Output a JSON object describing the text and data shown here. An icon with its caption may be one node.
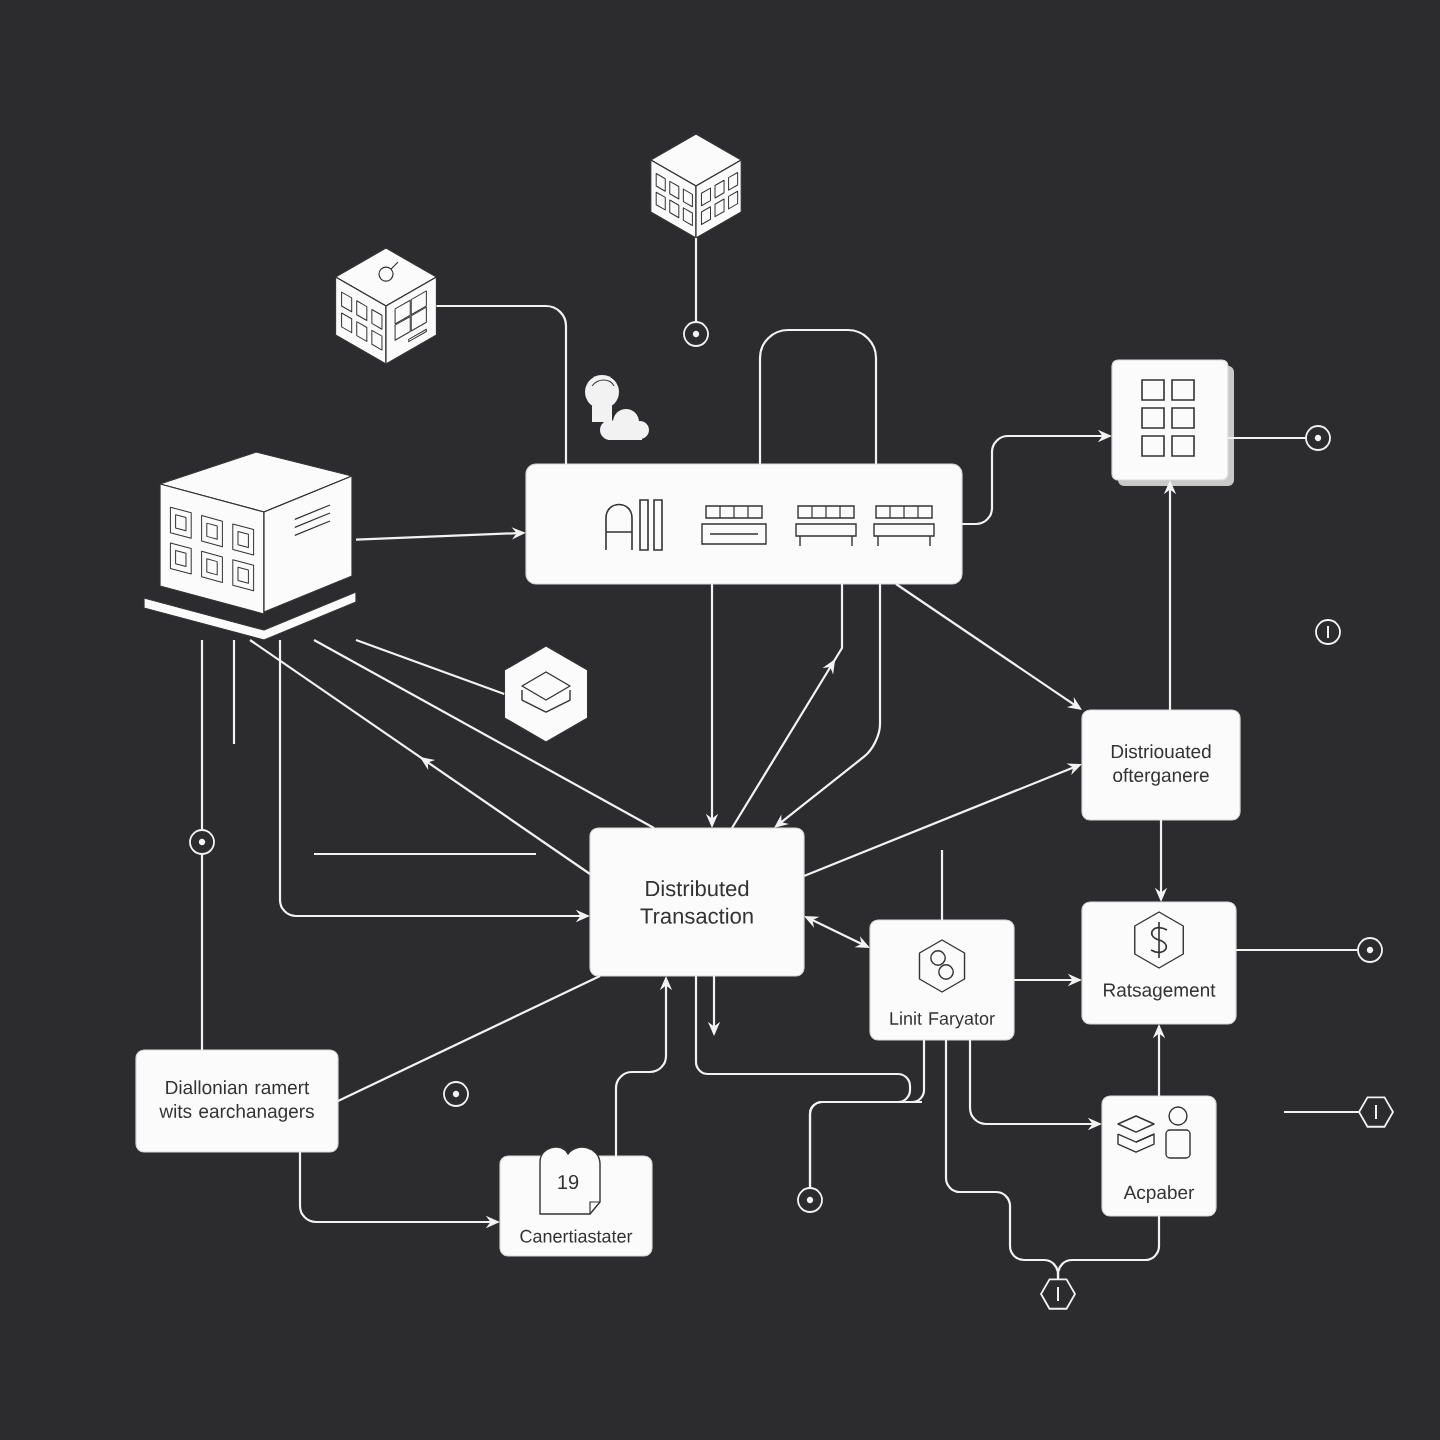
{
  "diagram": {
    "nodes": [
      {
        "text": [],
        "shape": "picture"
      },
      {
        "text": [],
        "shape": "circle"
      },
      {
        "text": [],
        "shape": "picture"
      },
      {
        "text": [],
        "shape": "picture"
      },
      {
        "text": [],
        "shape": "box"
      },
      {
        "text": [],
        "shape": "box"
      },
      {
        "text": [],
        "shape": "circle"
      },
      {
        "text": [],
        "shape": "picture"
      },
      {
        "text": [
          "Distriouated ofterganere"
        ]
      },
      {
        "text": [],
        "shape": "circle"
      },
      {
        "text": [
          "Distributed Transaction"
        ]
      },
      {
        "text": [
          "Linit Faryator"
        ]
      },
      {
        "text": [
          "Ratsagement"
        ]
      },
      {
        "text": [],
        "shape": "circle"
      },
      {
        "text": [
          "Diallonian ramert wits earchanagers"
        ]
      },
      {
        "text": [
          "19",
          "Canertiastater"
        ]
      },
      {
        "text": [],
        "shape": "circle"
      },
      {
        "text": [
          "Acpaber"
        ]
      },
      {
        "text": [],
        "shape": "hexagon"
      },
      {
        "text": [],
        "shape": "hexagon"
      }
    ],
    "edges": [
      {
        "from": 0,
        "to": 1,
        "arrow": "none"
      },
      {
        "from": 2,
        "to": 4,
        "arrow": "none"
      },
      {
        "from": 4,
        "to": 4,
        "arrow": "none"
      },
      {
        "from": 3,
        "to": 4,
        "arrow": "to"
      },
      {
        "from": 4,
        "to": 5,
        "arrow": "to"
      },
      {
        "from": 5,
        "to": 6,
        "arrow": "none"
      },
      {
        "from": 4,
        "to": 8,
        "arrow": "to"
      },
      {
        "from": 10,
        "to": 4,
        "arrow": "to"
      },
      {
        "from": 4,
        "to": 10,
        "arrow": "to"
      },
      {
        "from": 4,
        "to": 10,
        "arrow": "to"
      },
      {
        "from": 3,
        "to": 10,
        "arrow": "none"
      },
      {
        "from": 3,
        "to": 7,
        "arrow": "none"
      },
      {
        "from": 10,
        "to": 3,
        "arrow": "to"
      },
      {
        "from": 3,
        "to": 10,
        "arrow": "to"
      },
      {
        "from": 3,
        "to": 9,
        "arrow": "none"
      },
      {
        "from": 9,
        "to": 14,
        "arrow": "none"
      },
      {
        "from": 8,
        "to": 5,
        "arrow": "to"
      },
      {
        "from": 10,
        "to": 8,
        "arrow": "to"
      },
      {
        "from": 8,
        "to": 12,
        "arrow": "to"
      },
      {
        "from": 10,
        "to": 11,
        "arrow": "both"
      },
      {
        "from": 11,
        "to": 12,
        "arrow": "to"
      },
      {
        "from": 12,
        "to": 13,
        "arrow": "none"
      },
      {
        "from": 17,
        "to": 12,
        "arrow": "to"
      },
      {
        "from": 11,
        "to": 17,
        "arrow": "to"
      },
      {
        "from": 11,
        "to": 19,
        "arrow": "none"
      },
      {
        "from": 17,
        "to": 19,
        "arrow": "none"
      },
      {
        "from": 10,
        "to": 16,
        "arrow": "none"
      },
      {
        "from": 11,
        "to": 16,
        "arrow": "none"
      },
      {
        "from": 10,
        "to": null,
        "arrow": "to"
      },
      {
        "from": 15,
        "to": 10,
        "arrow": "to"
      },
      {
        "from": 14,
        "to": 10,
        "arrow": "none"
      },
      {
        "from": 14,
        "to": 15,
        "arrow": "to"
      },
      {
        "from": null,
        "to": 18,
        "arrow": "none"
      },
      {
        "from": null,
        "to": 11,
        "arrow": "none"
      }
    ]
  }
}
